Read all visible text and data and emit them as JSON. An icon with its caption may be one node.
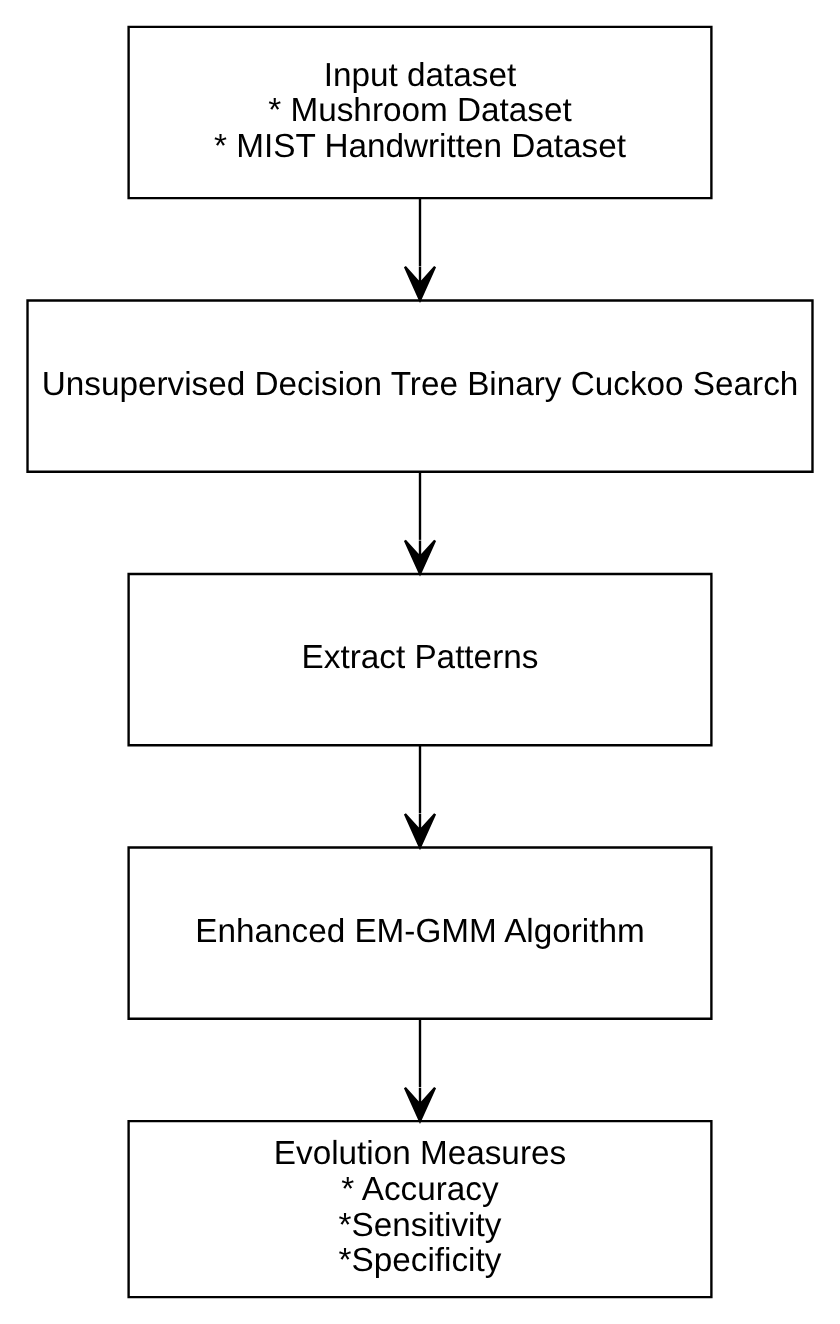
{
  "diagram": {
    "nodes": [
      {
        "text": [
          "Input dataset",
          "* Mushroom Dataset",
          "* MIST Handwritten Dataset"
        ]
      },
      {
        "text": [
          "Unsupervised Decision Tree Binary Cuckoo Search"
        ]
      },
      {
        "text": [
          "Extract Patterns"
        ]
      },
      {
        "text": [
          "Enhanced EM-GMM Algorithm"
        ]
      },
      {
        "text": [
          "Evolution Measures",
          "* Accuracy",
          "*Sensitivity",
          "*Specificity"
        ]
      }
    ],
    "edges": [
      {
        "from": 0,
        "to": 1,
        "arrow": "to"
      },
      {
        "from": 1,
        "to": 2,
        "arrow": "to"
      },
      {
        "from": 2,
        "to": 3,
        "arrow": "to"
      },
      {
        "from": 3,
        "to": 4,
        "arrow": "to"
      }
    ]
  }
}
